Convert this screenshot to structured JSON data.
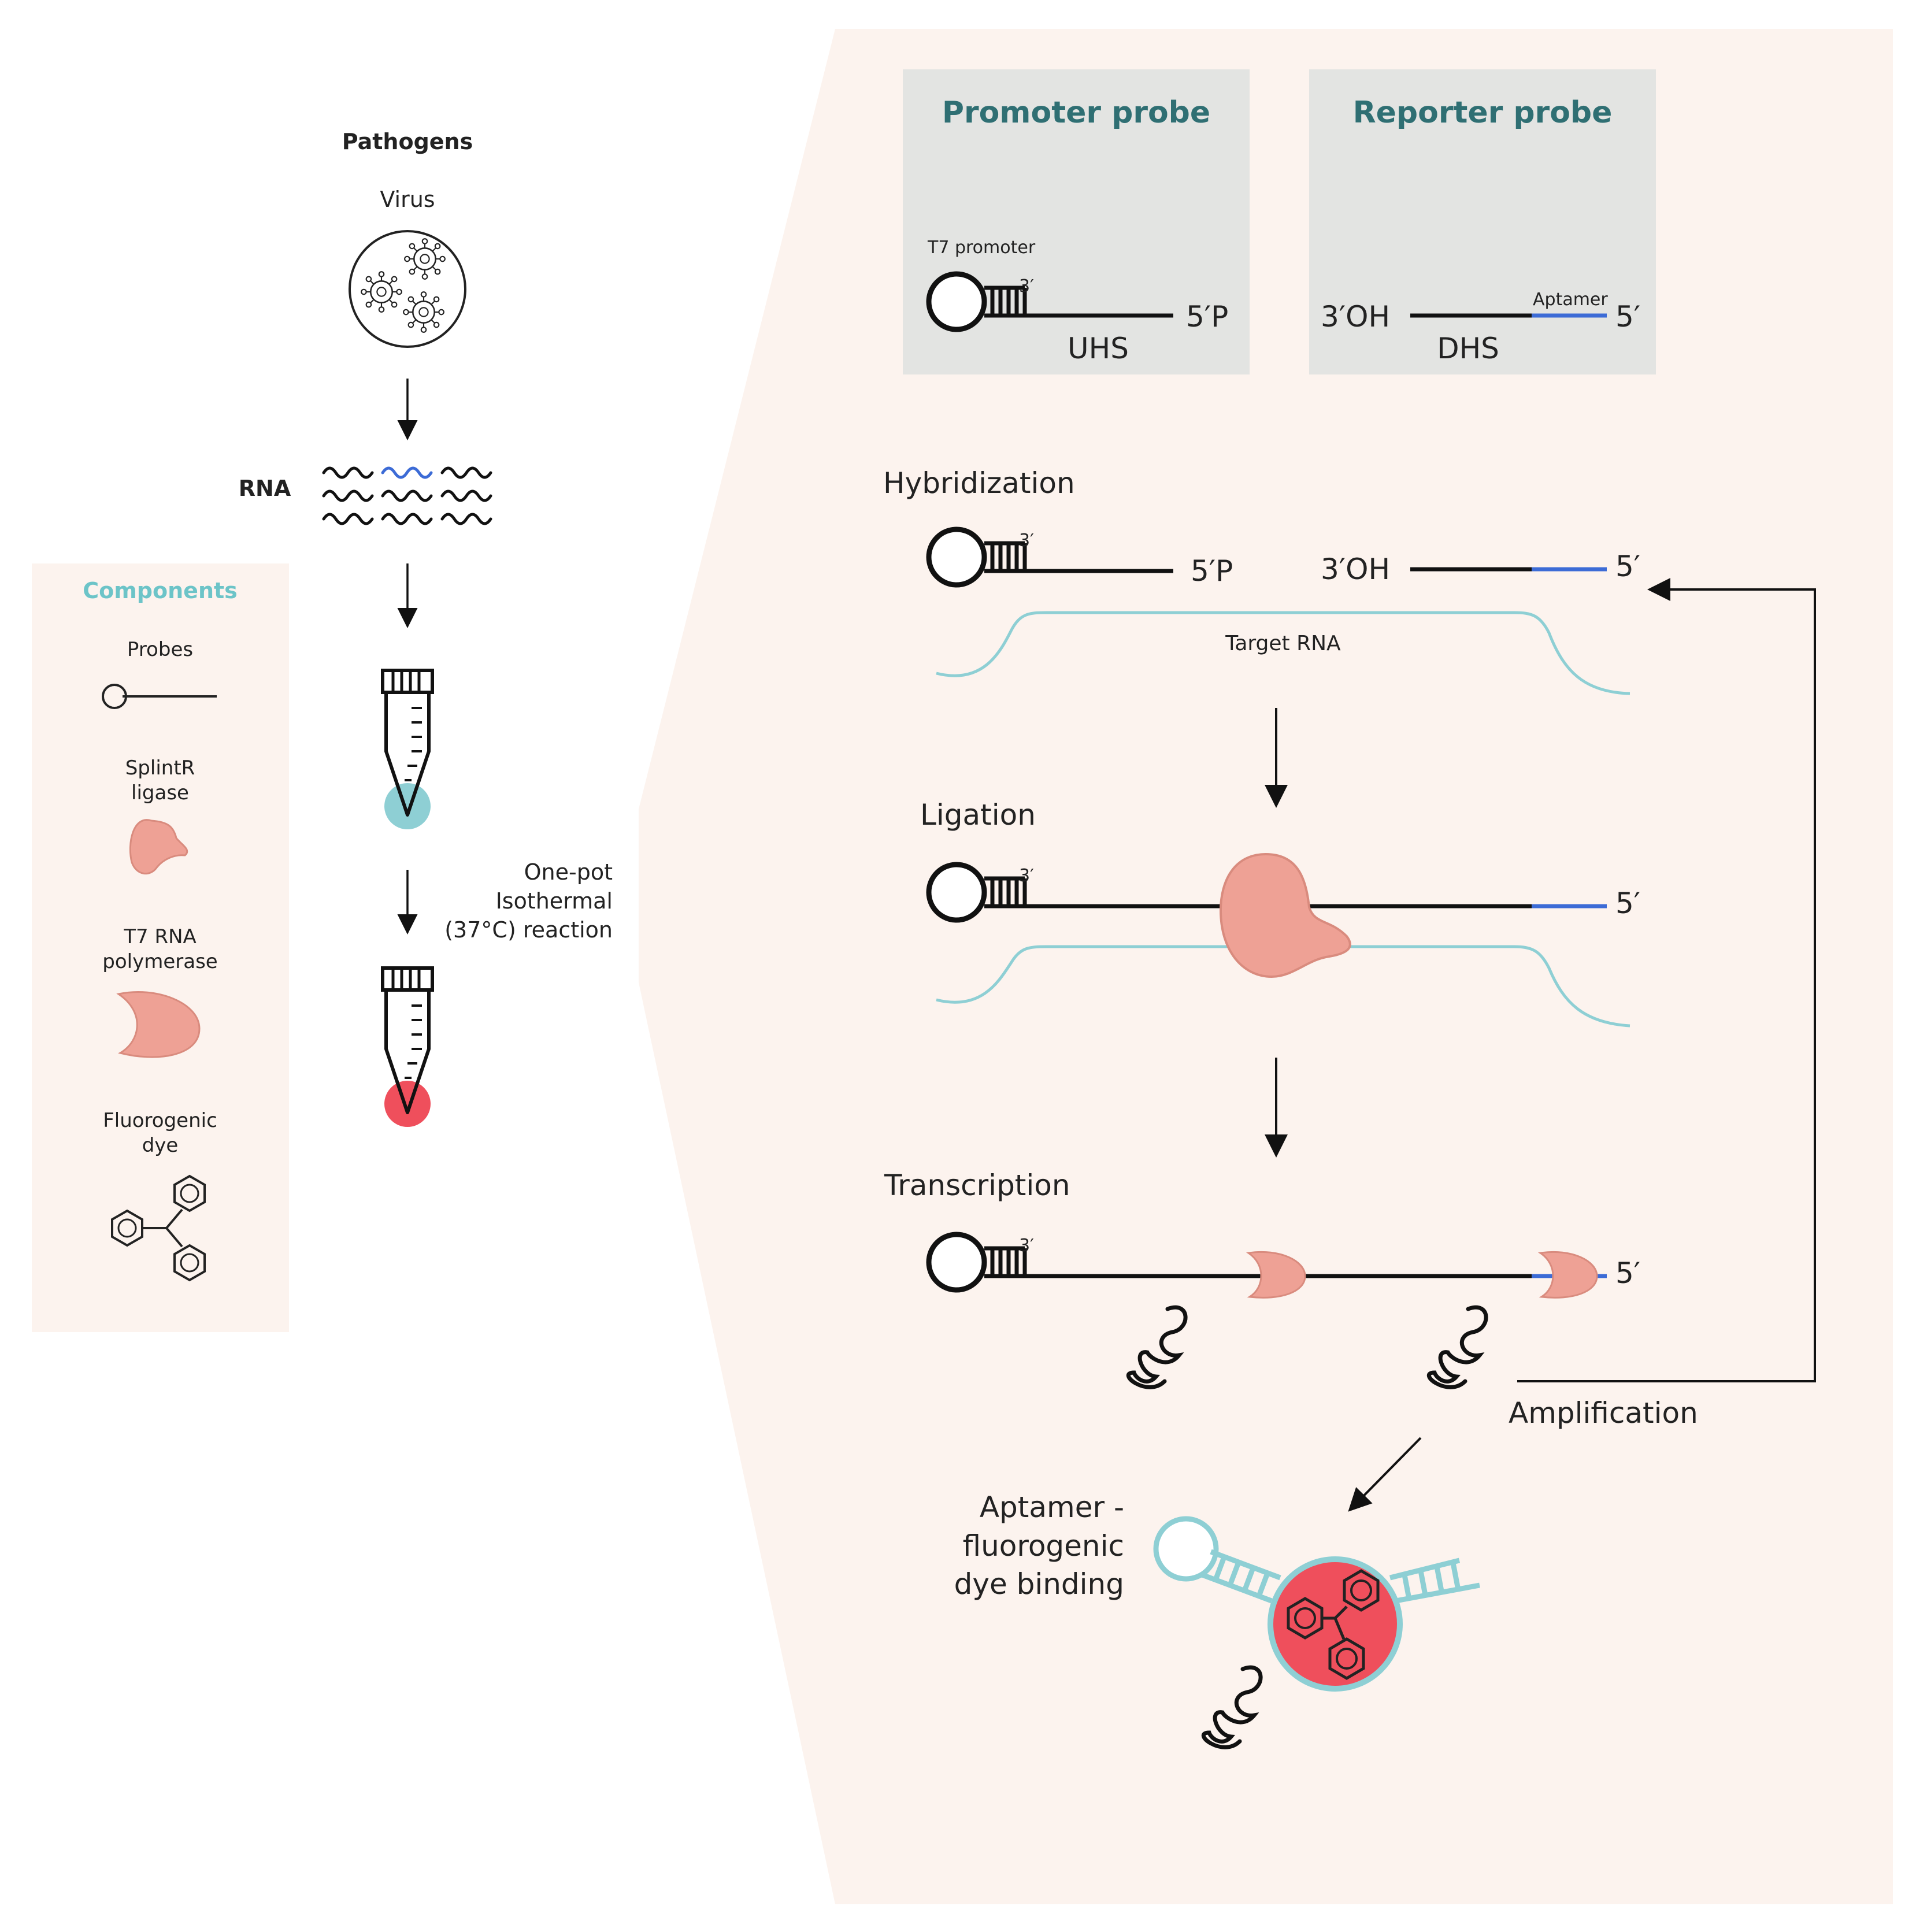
{
  "left": {
    "pathogens_title": "Pathogens",
    "virus_label": "Virus",
    "rna_label": "RNA",
    "reaction_label": [
      "One-pot",
      "Isothermal",
      "(37°C) reaction"
    ]
  },
  "components": {
    "title": "Components",
    "probes": "Probes",
    "ligase": [
      "SplintR",
      "ligase"
    ],
    "polymerase": [
      "T7 RNA",
      "polymerase"
    ],
    "dye": [
      "Fluorogenic",
      "dye"
    ]
  },
  "probes": {
    "promoter": {
      "title": "Promoter probe",
      "t7_label": "T7 promoter",
      "three_prime": "3′",
      "end": "5′P",
      "seq": "UHS"
    },
    "reporter": {
      "title": "Reporter probe",
      "start": "3′OH",
      "aptamer": "Aptamer",
      "end": "5′",
      "seq": "DHS"
    }
  },
  "steps": {
    "hybridization": "Hybridization",
    "ligation": "Ligation",
    "transcription": "Transcription",
    "amplification": "Amplification",
    "binding": [
      "Aptamer -",
      "fluorogenic",
      "dye binding"
    ]
  },
  "hyb": {
    "three_prime": "3′",
    "five_p": "5′P",
    "three_oh": "3′OH",
    "five": "5′",
    "target": "Target RNA"
  },
  "lig": {
    "three_prime": "3′",
    "five": "5′"
  },
  "trx": {
    "three_prime": "3′",
    "five": "5′"
  },
  "colors": {
    "background_panel": "#fcf3ee",
    "probe_box": "#e3e4e2",
    "title_teal": "#2f6f73",
    "components_teal": "#6cc4c8",
    "enzyme_salmon": "#eea195",
    "enzyme_outline": "#d98b7e",
    "aptamer_blue": "#3c6bd6",
    "target_rna": "#8ecfd4",
    "dye_red": "#ef4f5c",
    "tube_blue": "#8ecfd4"
  }
}
